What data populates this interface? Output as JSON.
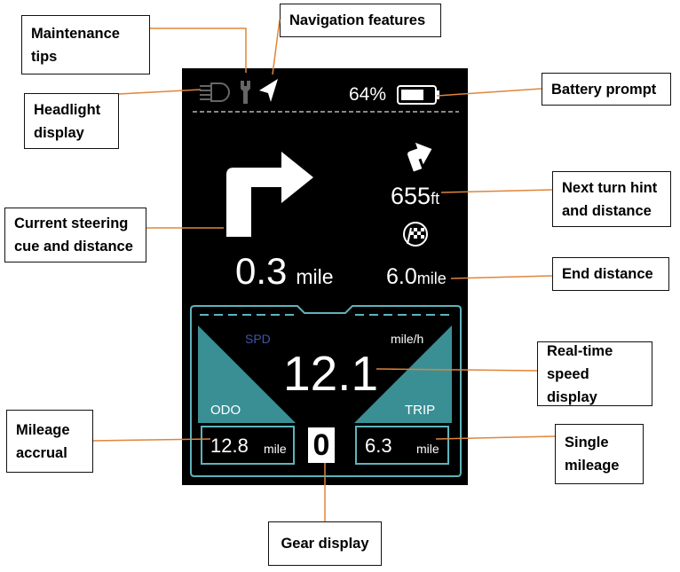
{
  "callouts": {
    "maintenance": "Maintenance\ntips",
    "navigation": "Navigation features",
    "headlight": "Headlight\ndisplay",
    "battery": "Battery prompt",
    "steering": "Current   steering\ncue and distance",
    "next_turn": "Next turn hint\nand distance",
    "end_distance": "End distance",
    "speed": "Real-time\nspeed display",
    "mileage": "Mileage\naccrual",
    "single": "Single\nmileage",
    "gear": "Gear display"
  },
  "screen": {
    "battery_percent": "64%",
    "current_distance": "0.3",
    "current_distance_unit": "mile",
    "next_turn_distance": "655",
    "next_turn_unit": "ft",
    "end_distance": "6.0",
    "end_distance_unit": "mile",
    "speed_label": "SPD",
    "speed_unit": "mile/h",
    "speed": "12.1",
    "odo_label": "ODO",
    "odo_value": "12.8",
    "odo_unit": "mile",
    "trip_label": "TRIP",
    "trip_value": "6.3",
    "trip_unit": "mile",
    "gear": "0"
  },
  "colors": {
    "screen_background": "#000000",
    "teal": "#3a8f95",
    "panel_border": "#5fb3bb",
    "leader_line": "#e0853a",
    "spd_label": "#3d56a8"
  },
  "icons": [
    "headlight-icon",
    "wrench-icon",
    "navigation-arrow-icon",
    "battery-icon",
    "turn-right-arrow-icon",
    "next-turn-arrow-icon",
    "checkered-flag-icon"
  ]
}
